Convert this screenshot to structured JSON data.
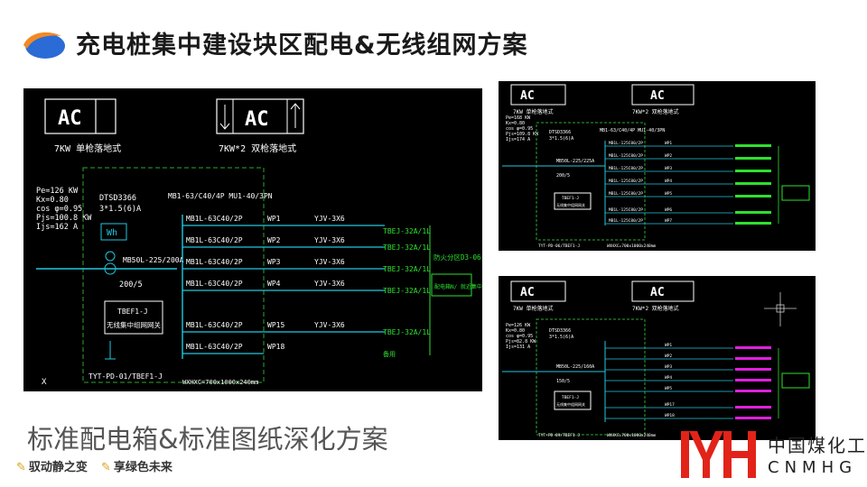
{
  "header": {
    "title": "充电桩集中建设块区配电&无线组网方案"
  },
  "footer": {
    "subtitle": "标准配电箱&标准图纸深化方案",
    "slogan_left": "驭动静之变",
    "slogan_right": "享绿色未来"
  },
  "brand": {
    "name_cn": "中国煤化工",
    "name_en": "CNMHG"
  },
  "diagram_main": {
    "ac_left": "AC",
    "ac_right": "AC",
    "caption_left": "7KW 单枪落地式",
    "caption_right": "7KW*2 双枪落地式",
    "specs": [
      "Pe=126 KW",
      "Kx=0.80",
      "cos φ=0.95",
      "Pjs=100.8 KW",
      "Ijs=162 A"
    ],
    "meter_model": "DTSD3366",
    "meter_rating": "3*1.5(6)A",
    "meter_box": "Wh",
    "main_switch": "MB1-63/C40/4P MU1-40/3PN",
    "breakers": [
      "MB1L-63C40/2P",
      "MB1L-63C40/2P",
      "MB1L-63C40/2P",
      "MB1L-63C40/2P",
      "MB1L-63C40/2P",
      "MB1L-63C40/2P"
    ],
    "circuits": [
      "WP1",
      "WP2",
      "WP3",
      "WP4",
      "WP15",
      "WP18"
    ],
    "cables": [
      "YJV-3X6",
      "YJV-3X6",
      "YJV-3X6",
      "YJV-3X6",
      "YJV-3X6"
    ],
    "tails": [
      "TBEJ-32A/1L",
      "TBEJ-32A/1L",
      "TBEJ-32A/1L",
      "TBEJ-32A/1L",
      "TBEJ-32A/1L"
    ],
    "incoming": "MB50L-225/200A",
    "ct": "200/5",
    "router_code": "TBEF1-J",
    "router_name": "无线集中组网网关",
    "right_box": "配电箱N/\n就近集中器",
    "right_vertical": "防火分区D3-06",
    "spare": "备用",
    "box_label": "TYT-PD-01/TBEF1-J",
    "box_size": "WXHXC=700x1000x240mm",
    "x_mark": "X"
  },
  "diagram_top": {
    "ac_left": "AC",
    "ac_right": "AC",
    "caption_left": "7KW 单枪落地式",
    "caption_right": "7KW*2 双枪落地式",
    "specs": [
      "Pe=168 KW",
      "Kx=0.80",
      "cos φ=0.95",
      "Pjs=109.8 KW",
      "Ijs=174 A"
    ],
    "meter_model": "DTSD3366",
    "meter_rating": "3*1.5(6)A",
    "main_switch": "MB1-63/C40/4P MU1-40/3PN",
    "breakers": [
      "MB1L-125C80/2P",
      "MB1L-125C80/2P",
      "MB1L-125C80/2P",
      "MB1L-125C80/2P",
      "MB1L-125C80/2P",
      "MB1L-125C80/2P",
      "MB1L-125C80/2P"
    ],
    "circuits": [
      "WP1",
      "WP2",
      "WP3",
      "WP4",
      "WP5",
      "WP6",
      "WP7"
    ],
    "incoming": "MB50L-225/225A",
    "ct": "200/5",
    "router_code": "TBEF1-J",
    "router_name": "无线集中组网网关",
    "box_label": "TYT-PD-06/TBEF1-J",
    "box_size": "WXHXC=700x1000x240mm"
  },
  "diagram_bottom": {
    "ac_left": "AC",
    "ac_right": "AC",
    "caption_left": "7KW 单枪落地式",
    "caption_right": "7KW*2 双枪落地式",
    "specs": [
      "Pe=126 KW",
      "Kx=0.80",
      "cos φ=0.95",
      "Pjs=82.8 KW",
      "Ijs=131 A"
    ],
    "meter_model": "DTSD3366",
    "meter_rating": "3*1.5(6)A",
    "incoming": "MB50L-225/160A",
    "ct": "150/5",
    "router_code": "TBEF1-J",
    "router_name": "无线集中组网网关",
    "circuits": [
      "WP1",
      "WP2",
      "WP3",
      "WP4",
      "WP5",
      "WP17",
      "WP18"
    ],
    "box_label": "TYT-PD-09/TBEF1-J",
    "box_size": "WXHXC=700x1000x240mm"
  },
  "colors": {
    "wire": "#20c8e0",
    "frame": "#2ea82e",
    "tail_green": "#2ee02e",
    "tail_magenta": "#e020e0",
    "text_white": "#ffffff",
    "brand_red": "#e2231a",
    "logo_blue": "#2b6bd6",
    "logo_orange": "#f08a24",
    "slogan_gold": "#d9a21b"
  }
}
